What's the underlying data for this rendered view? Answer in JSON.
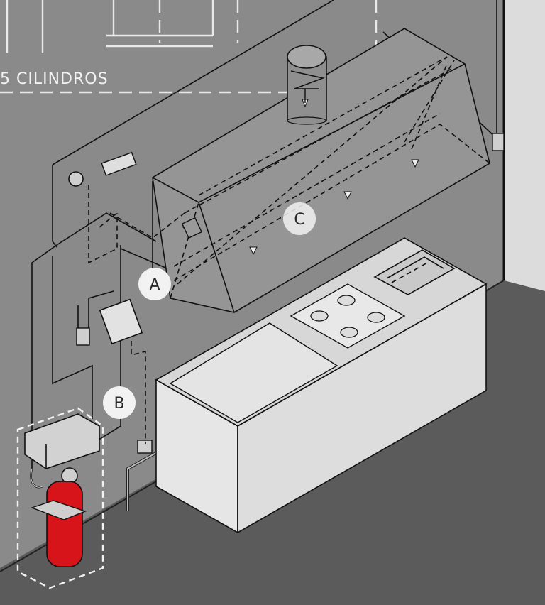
{
  "diagram": {
    "cylinder_caption": "5 CILINDROS",
    "markers": [
      {
        "id": "A",
        "label": "A"
      },
      {
        "id": "B",
        "label": "B"
      },
      {
        "id": "C",
        "label": "C"
      }
    ],
    "colors": {
      "wall": "#8a8a8a",
      "floor": "#5b5b5b",
      "counter_front": "#e6e6e6",
      "counter_top": "#d7d7d7",
      "extinguisher": "#d8141b",
      "wire": "#111111",
      "marker_bg": "#f2f2f2"
    }
  }
}
